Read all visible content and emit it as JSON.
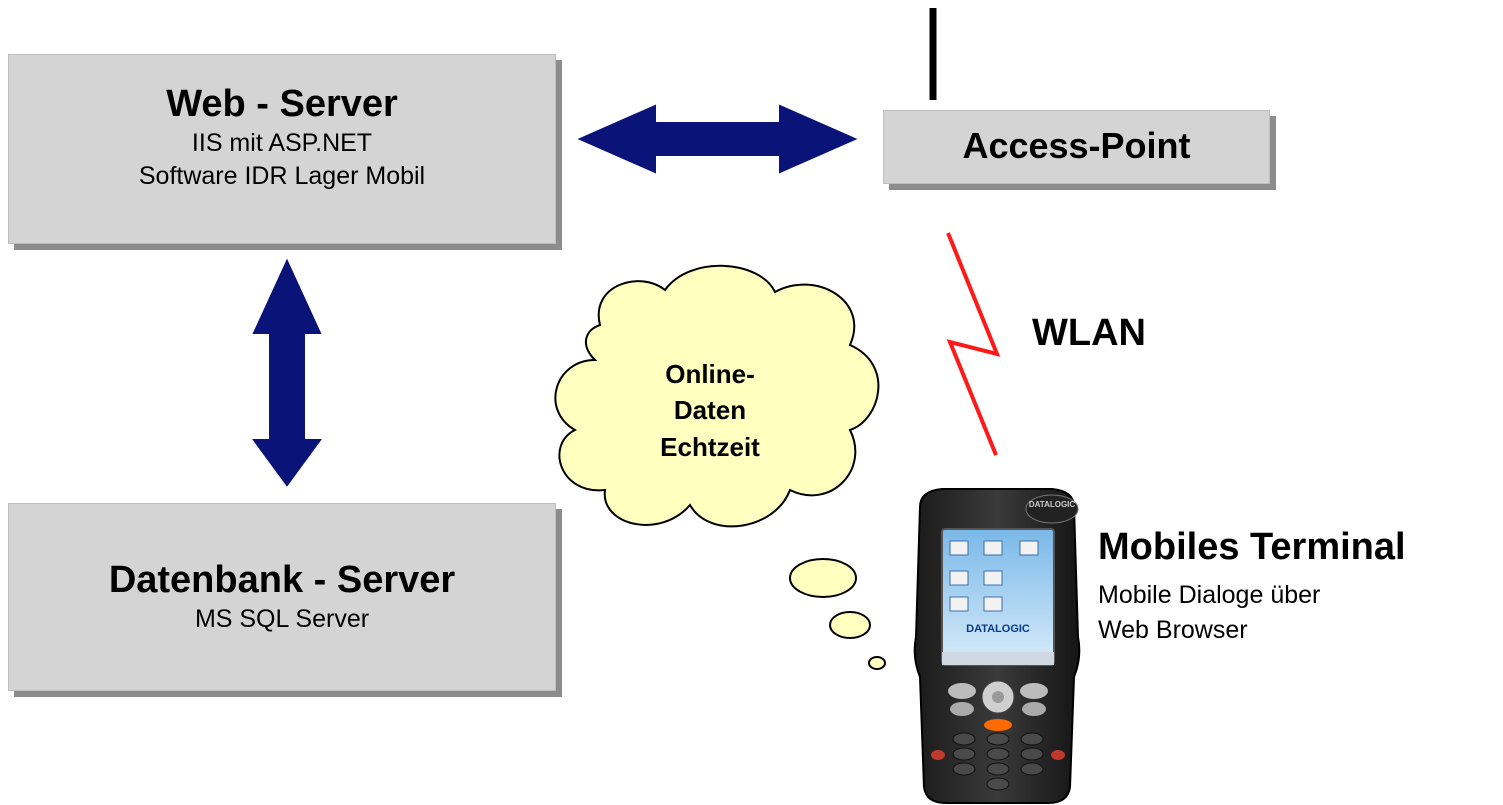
{
  "web_server": {
    "title": "Web - Server",
    "lines": [
      "IIS mit ASP.NET",
      "Software IDR Lager Mobil"
    ]
  },
  "db_server": {
    "title": "Datenbank - Server",
    "lines": [
      "MS SQL Server"
    ]
  },
  "access_point": {
    "title": "Access-Point"
  },
  "wlan": {
    "label": "WLAN"
  },
  "cloud": {
    "lines": [
      "Online-",
      "Daten",
      "Echtzeit"
    ]
  },
  "terminal": {
    "title": "Mobiles Terminal",
    "lines": [
      "Mobile Dialoge über",
      "Web Browser"
    ],
    "brand": "DATALOGIC"
  },
  "colors": {
    "arrow": "#0a1478",
    "box": "#d4d4d4",
    "cloud": "#ffffc0",
    "wlan_line": "#ff0000"
  },
  "icons": [
    "double-arrow-horizontal",
    "double-arrow-vertical",
    "thought-cloud",
    "lightning-zigzag",
    "antenna",
    "handheld-terminal"
  ]
}
